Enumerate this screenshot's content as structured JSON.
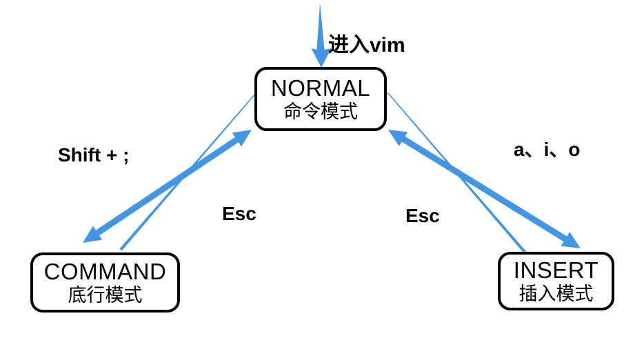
{
  "diagram": {
    "type": "state-diagram",
    "subject": "vim modes",
    "nodes": {
      "normal": {
        "title": "NORMAL",
        "subtitle": "命令模式"
      },
      "command": {
        "title": "COMMAND",
        "subtitle": "底行模式"
      },
      "insert": {
        "title": "INSERT",
        "subtitle": "插入模式"
      }
    },
    "labels": {
      "enter_vim": "进入vim",
      "normal_to_command": "Shift + ;",
      "command_to_normal": "Esc",
      "insert_to_normal": "Esc",
      "normal_to_insert": "a、i、o"
    }
  },
  "colors": {
    "arrow": "#4495e2",
    "box_border": "#000000",
    "text": "#000000",
    "background": "#ffffff"
  }
}
